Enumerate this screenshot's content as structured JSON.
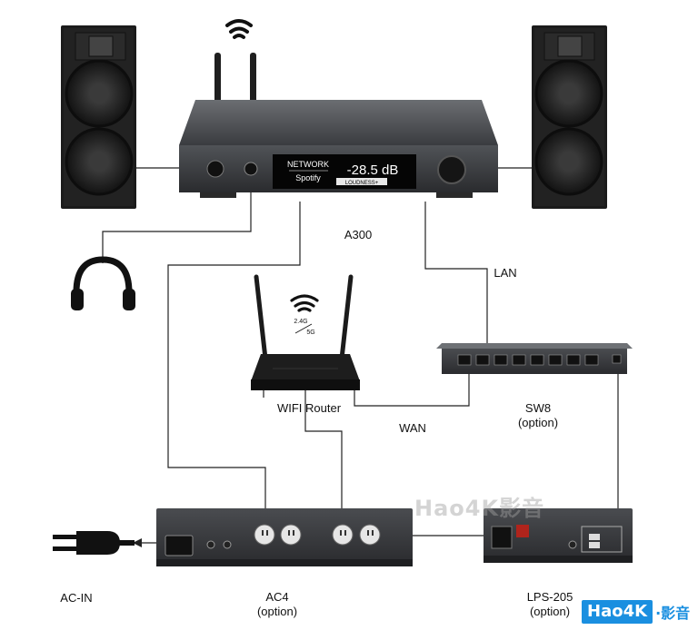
{
  "labels": {
    "a300": "A300",
    "lan": "LAN",
    "wifi_router": "WIFI Router",
    "wan": "WAN",
    "sw8": "SW8",
    "sw8_option": "(option)",
    "ac_in": "AC-IN",
    "ac4": "AC4",
    "ac4_option": "(option)",
    "lps205": "LPS-205",
    "lps205_option": "(option)"
  },
  "display": {
    "source_top": "NETWORK",
    "source_bottom": "Spotify",
    "volume": "-28.5 dB",
    "mode": "LOUDNESS+"
  },
  "router_icon_text": {
    "band_top": "2.4G",
    "band_bottom": "5G"
  },
  "watermark": "Hao4K影音",
  "badge": {
    "brand": "Hao4K",
    "suffix": "·影音"
  },
  "colors": {
    "device_dark": "#2b2d30",
    "badge_blue": "#1a8fe0",
    "cable": "#222222"
  }
}
